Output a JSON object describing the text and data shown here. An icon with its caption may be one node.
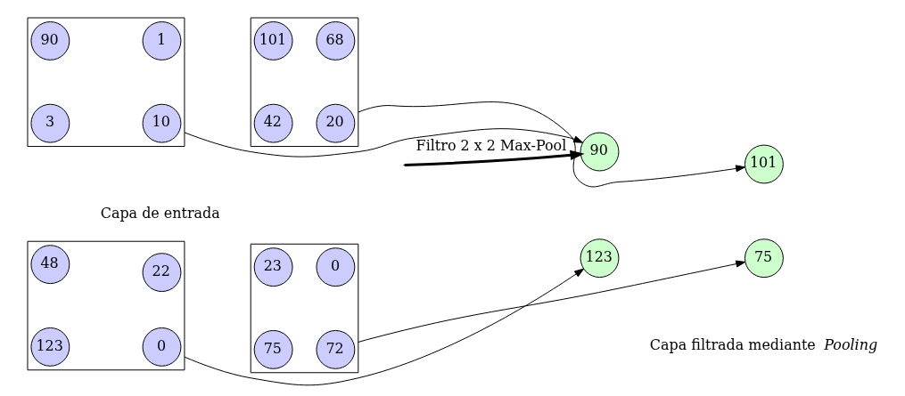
{
  "diagram": {
    "nodes": [
      {
        "text": [],
        "shape": "box"
      },
      {
        "text": [
          "90"
        ],
        "in": 0
      },
      {
        "text": [
          "1"
        ],
        "in": 0
      },
      {
        "text": [
          "3"
        ],
        "in": 0
      },
      {
        "text": [
          "10"
        ],
        "in": 0
      },
      {
        "text": [],
        "shape": "box"
      },
      {
        "text": [
          "101"
        ],
        "in": 5
      },
      {
        "text": [
          "68"
        ],
        "in": 5
      },
      {
        "text": [
          "42"
        ],
        "in": 5
      },
      {
        "text": [
          "20"
        ],
        "in": 5
      },
      {
        "text": [
          "90"
        ]
      },
      {
        "text": [
          "101"
        ]
      },
      {
        "text": [],
        "shape": "box"
      },
      {
        "text": [
          "48"
        ],
        "in": 12
      },
      {
        "text": [
          "22"
        ],
        "in": 12
      },
      {
        "text": [
          "123"
        ],
        "in": 12
      },
      {
        "text": [
          "0"
        ],
        "in": 12
      },
      {
        "text": [],
        "shape": "box"
      },
      {
        "text": [
          "23"
        ],
        "in": 17
      },
      {
        "text": [
          "0"
        ],
        "in": 17
      },
      {
        "text": [
          "75"
        ],
        "in": 17
      },
      {
        "text": [
          "72"
        ],
        "in": 17
      },
      {
        "text": [
          "123"
        ]
      },
      {
        "text": [
          "75"
        ]
      }
    ],
    "edges": [
      {
        "from": 0,
        "to": 10,
        "arrow": "to"
      },
      {
        "from": 5,
        "to": 11,
        "arrow": "to"
      },
      {
        "from": 12,
        "to": 22,
        "arrow": "to"
      },
      {
        "from": 17,
        "to": 23,
        "arrow": "to"
      },
      {
        "from": null,
        "to": 10,
        "arrow": "to",
        "label": "Filtro 2 x 2 Max-Pool",
        "style": "thick"
      }
    ],
    "labels": [
      "Capa de entrada",
      "Capa filtrada mediante *Pooling*"
    ]
  }
}
